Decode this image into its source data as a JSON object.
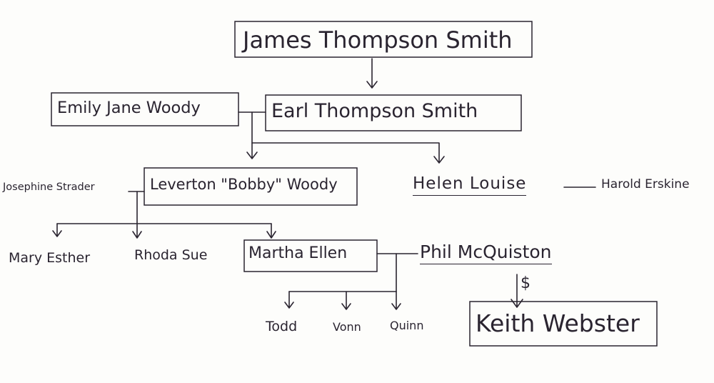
{
  "people": {
    "james": "James Thompson Smith",
    "emily": "Emily Jane Woody",
    "earl": "Earl Thompson Smith",
    "josephine": "Josephine Strader",
    "leverton": "Leverton \"Bobby\" Woody",
    "helen": "Helen Louise",
    "harold": "Harold Erskine",
    "mary": "Mary Esther",
    "rhoda": "Rhoda Sue",
    "martha": "Martha Ellen",
    "phil": "Phil McQuiston",
    "todd": "Todd",
    "vonn": "Vonn",
    "quinn": "Quinn",
    "keith": "Keith Webster"
  },
  "dollar_mark": "$"
}
